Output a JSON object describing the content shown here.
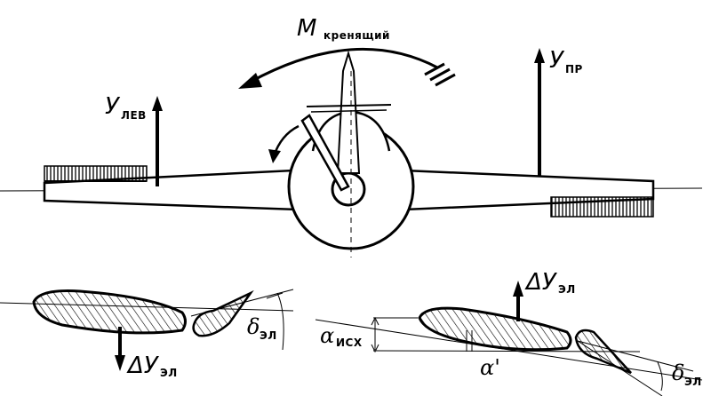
{
  "labels": {
    "moment_main": "M",
    "moment_sub": "кренящий",
    "lift_left_main": "У",
    "lift_left_sub": "ЛЕВ",
    "lift_right_main": "У",
    "lift_right_sub": "ПР",
    "delta_lift_left": "ΔУ",
    "delta_lift_left_sub": "ЭЛ",
    "delta_lift_right": "ΔУ",
    "delta_lift_right_sub": "ЭЛ",
    "aileron_angle_left": "δ",
    "aileron_angle_left_sub": "ЭЛ",
    "aileron_angle_right": "δ",
    "aileron_angle_right_sub": "ЭЛ",
    "alpha_initial": "α",
    "alpha_initial_sub": "ИСХ",
    "alpha_prime": "α'"
  }
}
